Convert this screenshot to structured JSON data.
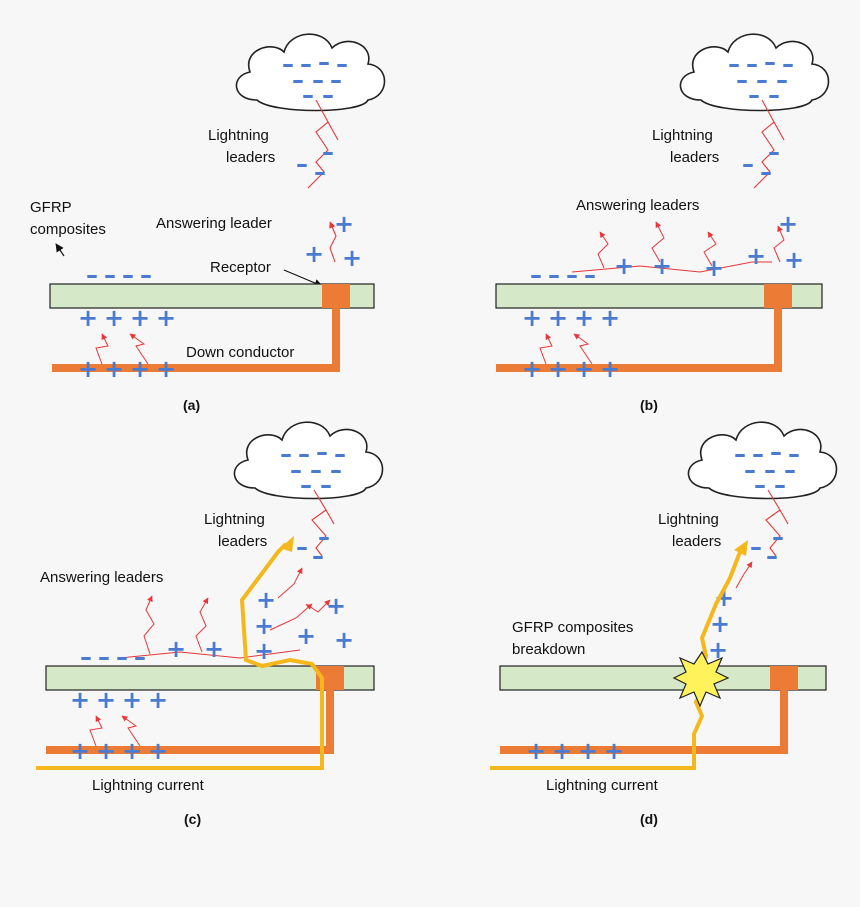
{
  "panels": {
    "a": {
      "caption": "(a)",
      "label_lightning": [
        "Lightning",
        "leaders"
      ],
      "label_gfrp": [
        "GFRP",
        "composites"
      ],
      "label_answering": "Answering leader",
      "label_receptor": "Receptor",
      "label_down": "Down conductor"
    },
    "b": {
      "caption": "(b)",
      "label_lightning": [
        "Lightning",
        "leaders"
      ],
      "label_answering": "Answering leaders"
    },
    "c": {
      "caption": "(c)",
      "label_lightning": [
        "Lightning",
        "leaders"
      ],
      "label_answering": "Answering leaders",
      "label_current": "Lightning current"
    },
    "d": {
      "caption": "(d)",
      "label_lightning": [
        "Lightning",
        "leaders"
      ],
      "label_breakdown": [
        "GFRP composites",
        "breakdown"
      ],
      "label_current": "Lightning current"
    }
  },
  "symbols": {
    "plus": "+",
    "minus": "–"
  },
  "colors": {
    "composite_fill": "#d5e8c8",
    "conductor": "#ec7b35",
    "current": "#f5b81c",
    "leader": "#e9363a",
    "charge": "#4a7bd0",
    "spark": "#fff25a"
  }
}
